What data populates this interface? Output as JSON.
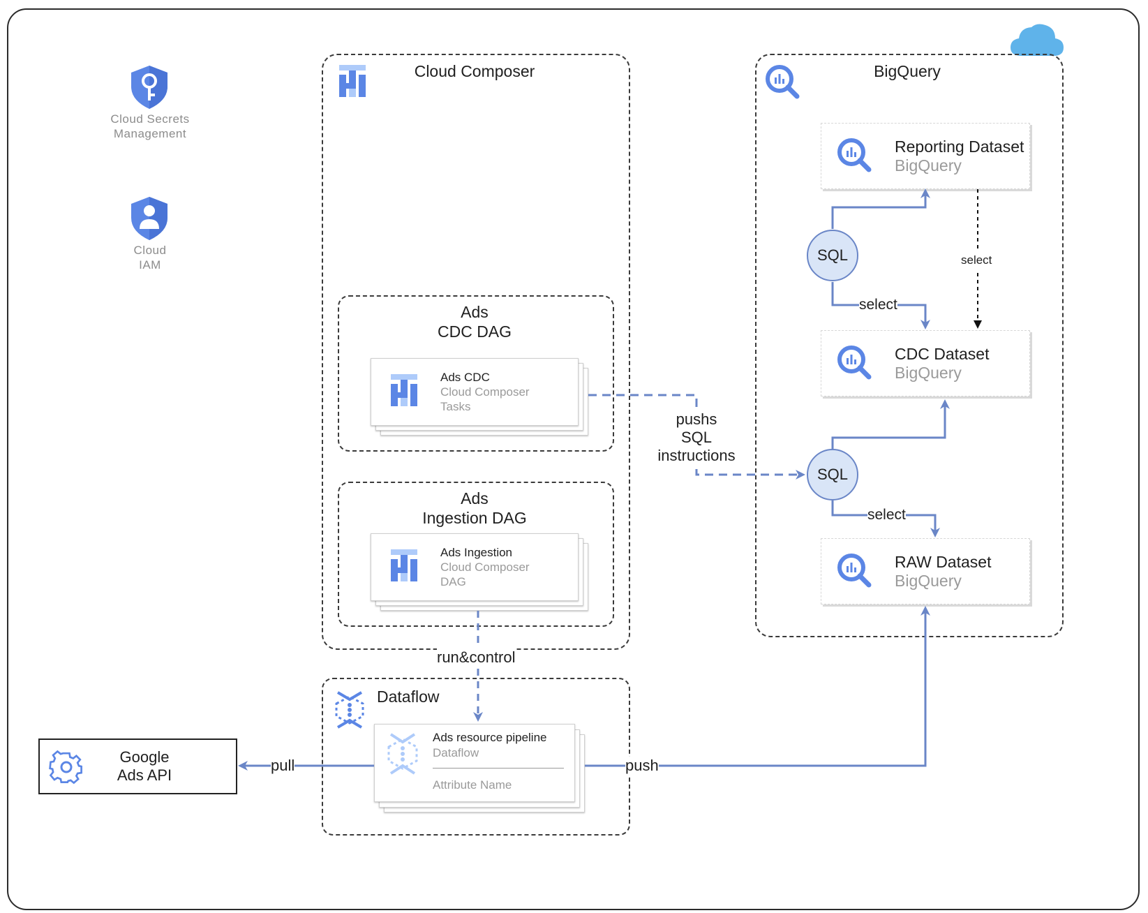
{
  "side_services": {
    "secrets_label": "Cloud Secrets\nManagement",
    "iam_label": "Cloud\nIAM"
  },
  "composer_group": {
    "title": "Cloud Composer",
    "cdc_dag": {
      "title": "Ads\nCDC DAG",
      "card": {
        "title": "Ads CDC",
        "subtitle": "Cloud Composer",
        "subtitle2": "Tasks"
      }
    },
    "ingestion_dag": {
      "title": "Ads\nIngestion DAG",
      "card": {
        "title": "Ads Ingestion",
        "subtitle": "Cloud Composer",
        "subtitle2": "DAG"
      }
    }
  },
  "bigquery_group": {
    "title": "BigQuery",
    "reporting": {
      "title": "Reporting Dataset",
      "subtitle": "BigQuery"
    },
    "cdc": {
      "title": "CDC Dataset",
      "subtitle": "BigQuery"
    },
    "raw": {
      "title": "RAW Dataset",
      "subtitle": "BigQuery"
    },
    "sql_top": "SQL",
    "sql_bottom": "SQL"
  },
  "dataflow_group": {
    "title": "Dataflow",
    "card": {
      "title": "Ads resource pipeline",
      "subtitle": "Dataflow",
      "attribute": "Attribute Name"
    }
  },
  "google_ads_api": {
    "label": "Google\nAds API"
  },
  "edges": {
    "pushes": "pushs\nSQL\ninstructions",
    "run_control": "run&control",
    "pull": "pull",
    "push": "push",
    "select_top": "select",
    "select_dotted": "select",
    "select_bottom": "select"
  },
  "colors": {
    "accent_blue": "#6a86c7",
    "icon_blue": "#5b86e5",
    "cloud_blue": "#5fb3ea"
  }
}
